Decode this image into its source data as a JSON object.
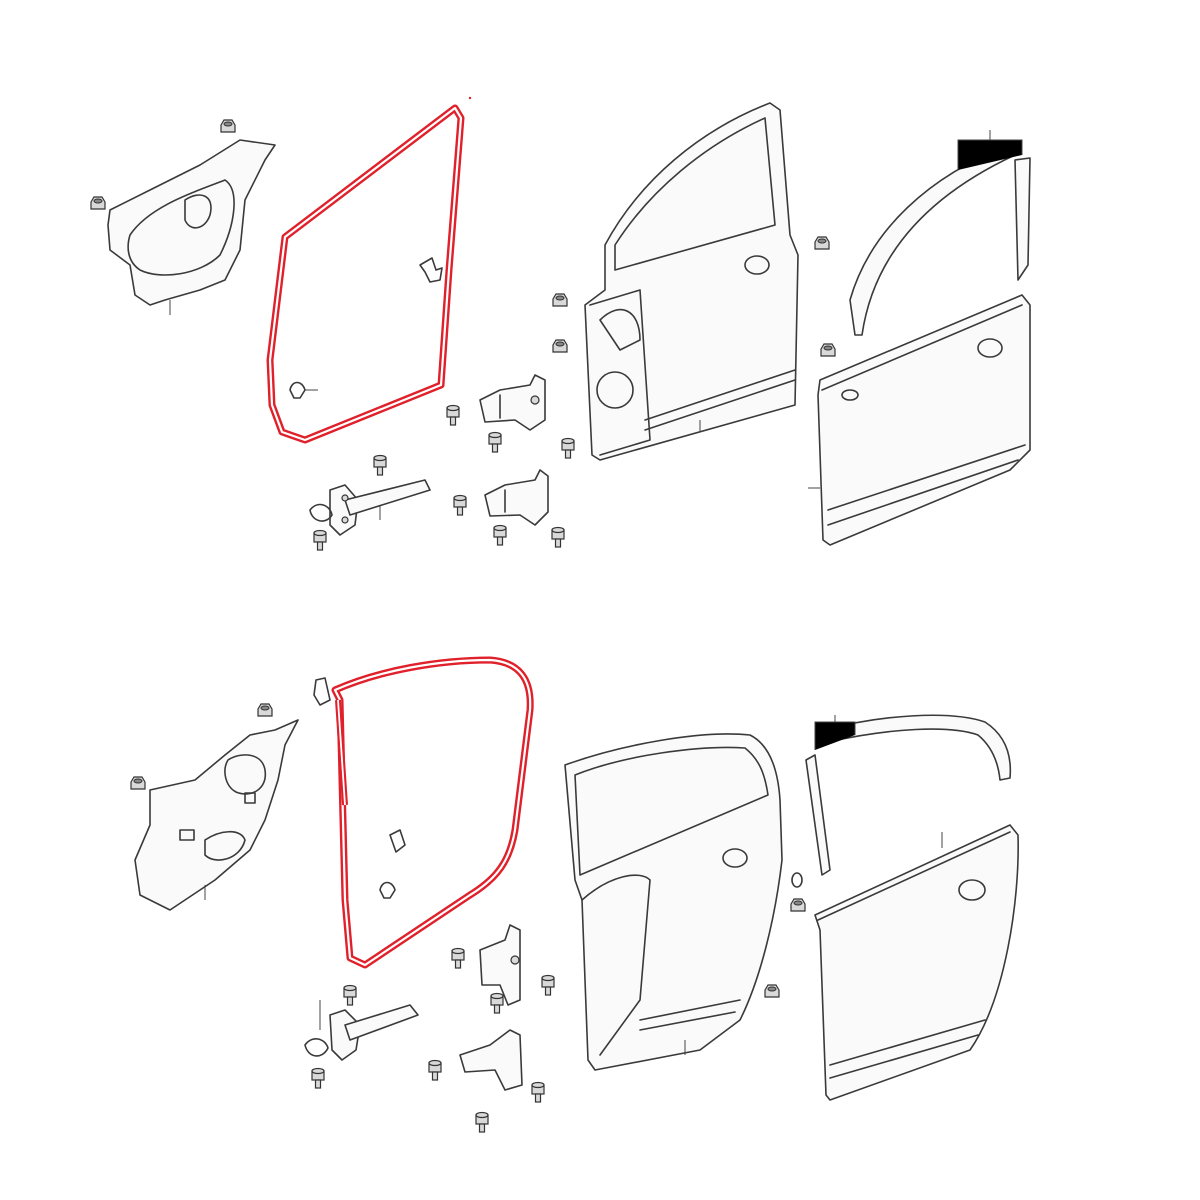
{
  "colors": {
    "highlight": "#e0202a",
    "line": "#3a3a3a",
    "background": "#ffffff"
  },
  "parts": {
    "front": [
      "weatherstrip",
      "sealing-plate",
      "door-panel",
      "door-skin",
      "sash-molding",
      "hinge-upper",
      "hinge-lower",
      "door-checker",
      "bolts",
      "clips"
    ],
    "rear": [
      "weatherstrip",
      "sealing-plate",
      "door-panel",
      "door-skin",
      "sash-molding",
      "hinge-upper",
      "hinge-lower",
      "door-checker",
      "bolts",
      "clips"
    ]
  }
}
